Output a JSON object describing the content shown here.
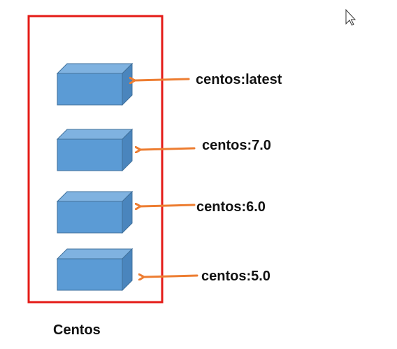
{
  "diagram": {
    "container_caption": "Centos",
    "container_border_color": "#e41b17",
    "arrow_color": "#ed7d31",
    "box_colors": {
      "front": "#5b9bd5",
      "top": "#7fb2e0",
      "side": "#4a85bd",
      "edge": "#41719c"
    },
    "image_tags": [
      {
        "label": "centos:latest"
      },
      {
        "label": "centos:7.0"
      },
      {
        "label": "centos:6.0"
      },
      {
        "label": "centos:5.0"
      }
    ]
  },
  "cursor": {
    "icon": "mouse-pointer-icon"
  }
}
